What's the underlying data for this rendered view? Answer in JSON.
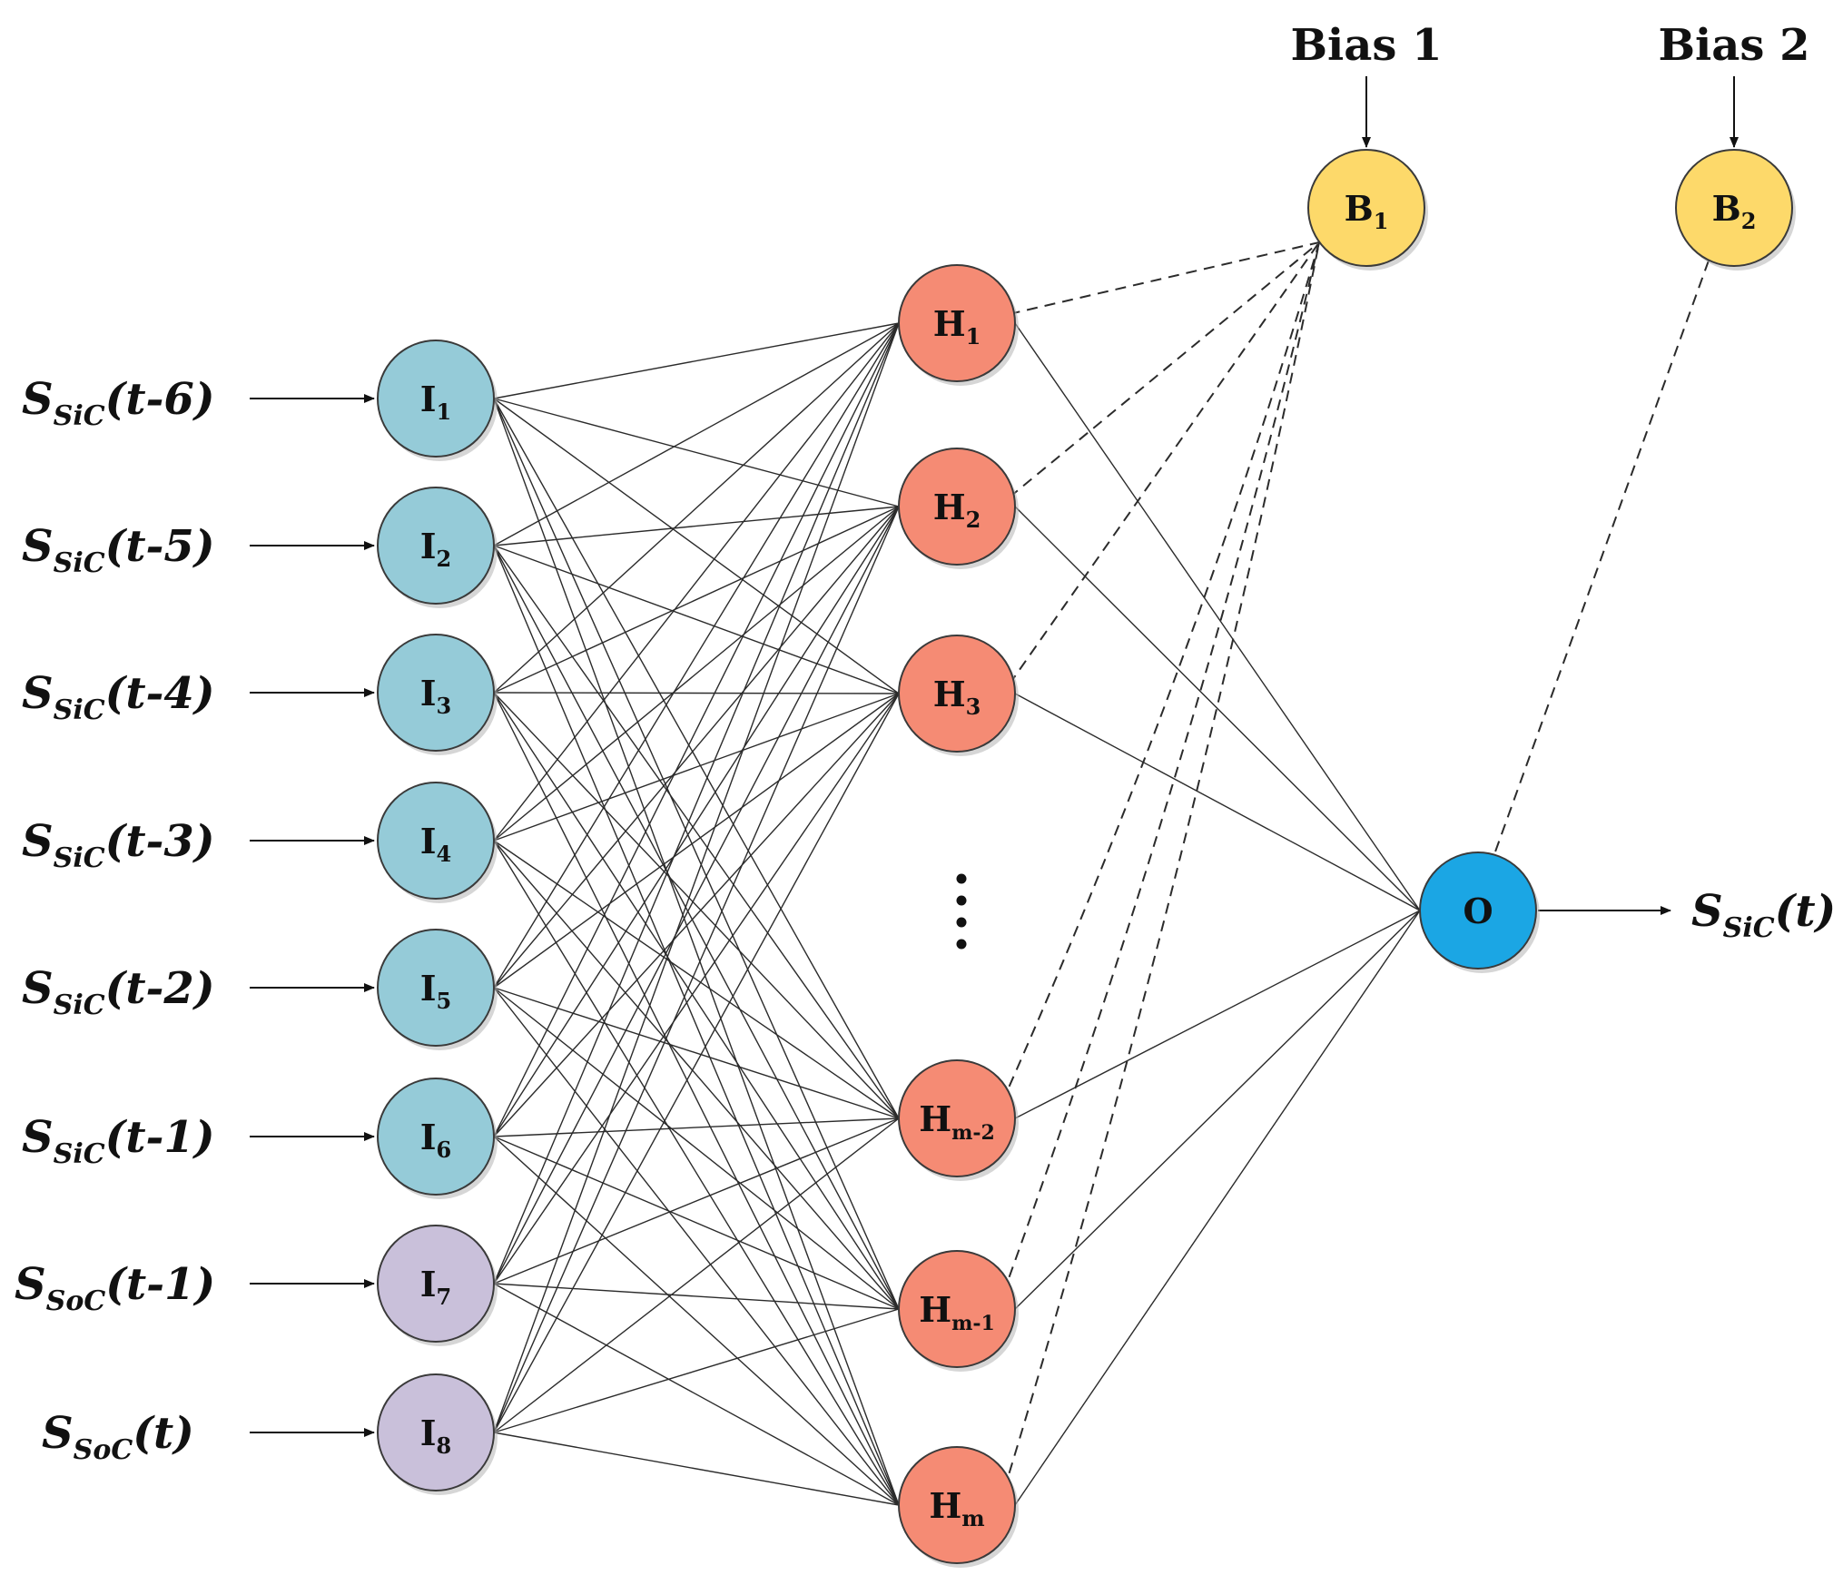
{
  "colors": {
    "input_node": "#95cbd8",
    "input_node_extra": "#c9c0da",
    "hidden_node": "#f58b74",
    "bias_node": "#fdd96a",
    "output_node": "#1ba6e4",
    "stroke": "#2b2b2b"
  },
  "input_nodes": [
    {
      "id": "I1",
      "main": "I",
      "sub": "1",
      "signal": {
        "base": "S",
        "sub": "SiC",
        "tail": "(t-6)"
      }
    },
    {
      "id": "I2",
      "main": "I",
      "sub": "2",
      "signal": {
        "base": "S",
        "sub": "SiC",
        "tail": "(t-5)"
      }
    },
    {
      "id": "I3",
      "main": "I",
      "sub": "3",
      "signal": {
        "base": "S",
        "sub": "SiC",
        "tail": "(t-4)"
      }
    },
    {
      "id": "I4",
      "main": "I",
      "sub": "4",
      "signal": {
        "base": "S",
        "sub": "SiC",
        "tail": "(t-3)"
      }
    },
    {
      "id": "I5",
      "main": "I",
      "sub": "5",
      "signal": {
        "base": "S",
        "sub": "SiC",
        "tail": "(t-2)"
      }
    },
    {
      "id": "I6",
      "main": "I",
      "sub": "6",
      "signal": {
        "base": "S",
        "sub": "SiC",
        "tail": "(t-1)"
      }
    },
    {
      "id": "I7",
      "main": "I",
      "sub": "7",
      "signal": {
        "base": "S",
        "sub": "SoC",
        "tail": "(t-1)"
      }
    },
    {
      "id": "I8",
      "main": "I",
      "sub": "8",
      "signal": {
        "base": "S",
        "sub": "SoC",
        "tail": "(t)"
      }
    }
  ],
  "hidden_nodes": [
    {
      "id": "H1",
      "main": "H",
      "sub": "1"
    },
    {
      "id": "H2",
      "main": "H",
      "sub": "2"
    },
    {
      "id": "H3",
      "main": "H",
      "sub": "3"
    },
    {
      "id": "Hm-2",
      "main": "H",
      "sub": "m-2"
    },
    {
      "id": "Hm-1",
      "main": "H",
      "sub": "m-1"
    },
    {
      "id": "Hm",
      "main": "H",
      "sub": "m"
    }
  ],
  "bias_nodes": [
    {
      "id": "B1",
      "main": "B",
      "sub": "1",
      "label": "Bias 1"
    },
    {
      "id": "B2",
      "main": "B",
      "sub": "2",
      "label": "Bias 2"
    }
  ],
  "output_node": {
    "id": "O",
    "main": "O",
    "signal": {
      "base": "S",
      "sub": "SiC",
      "tail": "(t)"
    }
  }
}
